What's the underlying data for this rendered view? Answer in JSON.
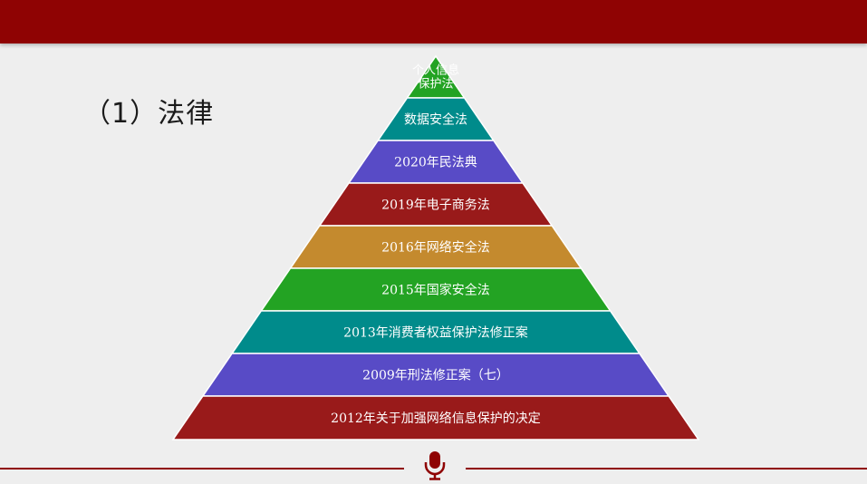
{
  "slide": {
    "heading": "（1）法律",
    "pyramid": {
      "tiers": [
        {
          "label_line1": "个人信息",
          "label_line2": "保护法",
          "color": "#23a323"
        },
        {
          "label": "数据安全法",
          "color": "#008b8b"
        },
        {
          "label": "2020年民法典",
          "color": "#584bc6"
        },
        {
          "label": "2019年电子商务法",
          "color": "#991a1a"
        },
        {
          "label": "2016年网络安全法",
          "color": "#c48a2e"
        },
        {
          "label": "2015年国家安全法",
          "color": "#23a323"
        },
        {
          "label": "2013年消费者权益保护法修正案",
          "color": "#008b8b"
        },
        {
          "label": "2009年刑法修正案（七）",
          "color": "#584bc6"
        },
        {
          "label": "2012年关于加强网络信息保护的决定",
          "color": "#991a1a"
        }
      ]
    },
    "footer": {
      "icon": "microphone-icon"
    },
    "colors": {
      "accent": "#8f0303",
      "background": "#eeeeee"
    }
  }
}
